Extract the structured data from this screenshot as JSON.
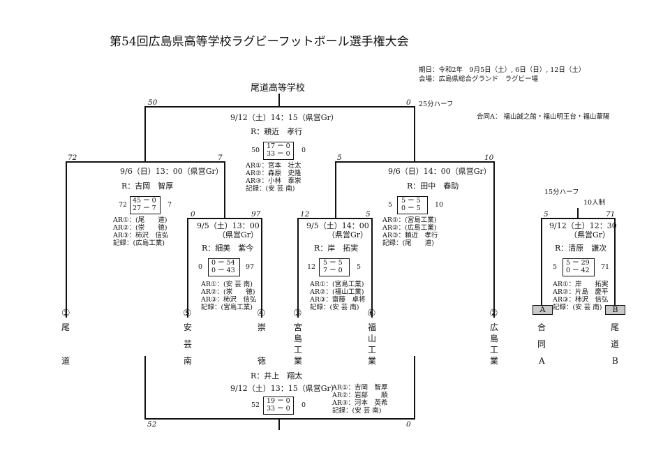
{
  "title": "第54回広島県高等学校ラグビーフットボール選手権大会",
  "info": {
    "dates": "期日：令和2年　9月5日（土）, 6日（日）, 12日（土）",
    "venue": "会場：広島県総合グランド　ラグビー場"
  },
  "champion": "尾道高等学校",
  "half_25": "25分ハーフ",
  "gouodo_note": "合同A： 福山誠之館・福山明王台・福山葦陽",
  "half_15": "15分ハーフ",
  "players_10": "10人制",
  "teams": [
    {
      "num": "①",
      "chars": [
        "尾",
        "",
        "道"
      ]
    },
    {
      "num": "⑤",
      "chars": [
        "安",
        "芸",
        "南"
      ]
    },
    {
      "num": "④",
      "chars": [
        "崇",
        "",
        "徳"
      ]
    },
    {
      "num": "③",
      "chars": [
        "宮",
        "島",
        "工",
        "業"
      ]
    },
    {
      "num": "⑥",
      "chars": [
        "福",
        "山",
        "工",
        "業"
      ]
    },
    {
      "num": "②",
      "chars": [
        "広",
        "島",
        "工",
        "業"
      ]
    },
    {
      "tag": "A",
      "chars": [
        "合",
        "同",
        "A"
      ]
    },
    {
      "tag": "B",
      "chars": [
        "尾",
        "道",
        "B"
      ]
    }
  ],
  "final": {
    "left_score": "50",
    "right_score": "0",
    "datetime": "9/12（土）14：15（県営Gr）",
    "referee": "R：頼近　孝行",
    "total_left": "50",
    "total_right": "0",
    "h1": "17 ー 0",
    "h2": "33 ー 0",
    "ar1": "AR①：宮本　壮太",
    "ar2": "AR②：森原　史隆",
    "ar3": "AR③：小林　泰崇",
    "rec": "記録：(安 芸 南)"
  },
  "semi1": {
    "left_score": "72",
    "right_score": "7",
    "datetime": "9/6（日）13：00（県営Gr）",
    "referee": "R：吉岡　智厚",
    "total_left": "72",
    "total_right": "7",
    "h1": "45 ー 0",
    "h2": "27 ー 7",
    "ar1": "AR①：(尾　　道)",
    "ar2": "AR②：(崇　　徳)",
    "ar3": "AR③：柿沢　信弘",
    "rec": "記録：(広島工業)"
  },
  "semi2": {
    "left_score": "5",
    "right_score": "10",
    "datetime": "9/6（日）14：00（県営Gr）",
    "referee": "R：田中　春助",
    "total_left": "5",
    "total_right": "10",
    "h1": "5 ー 5",
    "h2": "0 ー 5",
    "ar1": "AR①：(宮島工業)",
    "ar2": "AR②：(広島工業)",
    "ar3": "AR③：頼近　孝行",
    "rec": "記録：(尾　　道)"
  },
  "q1": {
    "left_score": "0",
    "right_score": "97",
    "datetime": "9/5（土）13：00",
    "venue": "（県営Gr）",
    "referee": "R：細美　紫今",
    "total_left": "0",
    "total_right": "97",
    "h1": "0 ー 54",
    "h2": "0 ー 43",
    "ar1": "AR①：(安 芸 南)",
    "ar2": "AR②：(崇　　徳)",
    "ar3": "AR③：柿沢　信弘",
    "rec": "記録：(宮島工業)"
  },
  "q2": {
    "left_score": "12",
    "right_score": "5",
    "datetime": "9/5（土）14：00",
    "venue": "（県営Gr）",
    "referee": "R：岸　拓実",
    "total_left": "12",
    "total_right": "5",
    "h1": "5 ー 5",
    "h2": "7 ー 0",
    "ar1": "AR①：(宮島工業)",
    "ar2": "AR②：(福山工業)",
    "ar3": "AR③：齋藤　卓将",
    "rec": "記録：(安 芸 南)"
  },
  "q3": {
    "left_score": "5",
    "right_score": "71",
    "datetime": "9/12（土）12：30",
    "venue": "（県営Gr）",
    "referee": "R：清原　謙次",
    "total_left": "5",
    "total_right": "71",
    "h1": "5 ー 29",
    "h2": "0 ー 42",
    "ar1": "AR①：岸　　拓実",
    "ar2": "AR②：片島　慶平",
    "ar3": "AR③：柿沢　信弘",
    "rec": "記録：(安 芸 南)"
  },
  "third": {
    "left_score": "52",
    "right_score": "0",
    "referee": "R：井上　翔太",
    "datetime": "9/12（土）13：15（県営Gr）",
    "total_left": "52",
    "total_right": "0",
    "h1": "19 ー 0",
    "h2": "33 ー 0",
    "ar1": "AR①：吉岡　智厚",
    "ar2": "AR②：岩部　　順",
    "ar3": "AR③：河本　英希",
    "rec": "記録：(安 芸 南)"
  }
}
